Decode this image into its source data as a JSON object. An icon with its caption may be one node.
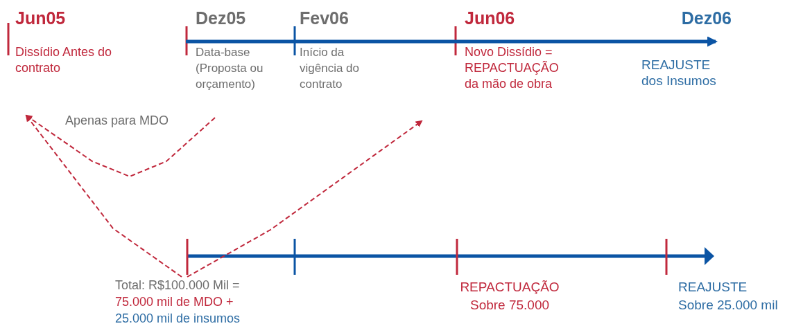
{
  "diagram": {
    "nodes": [
      {
        "text": [
          "Jun05",
          "Dissídio Antes do contrato"
        ]
      },
      {
        "text": [
          "Dez05",
          "Data-base (Proposta ou orçamento)"
        ]
      },
      {
        "text": [
          "Fev06",
          "Início da vigência do contrato"
        ]
      },
      {
        "text": [
          "Jun06",
          "Novo Dissídio = REPACTUAÇÃO da mão de obra"
        ]
      },
      {
        "text": [
          "Dez06",
          "REAJUSTE dos Insumos"
        ]
      },
      {
        "text": [
          "Total: R$100.000 Mil =",
          "75.000 mil de MDO +",
          "25.000 mil de insumos"
        ]
      },
      {
        "text": [
          "REPACTUAÇÃO Sobre 75.000"
        ]
      },
      {
        "text": [
          "REAJUSTE Sobre 25.000 mil"
        ]
      }
    ],
    "edges": [
      {
        "from": 5,
        "to": 0,
        "arrow": "to",
        "style": "dashed"
      },
      {
        "from": 5,
        "to": null,
        "arrow": "to",
        "style": "dashed"
      },
      {
        "from": 1,
        "to": 0,
        "arrow": "to",
        "style": "dashed",
        "label": "Apenas para MDO"
      },
      {
        "from": 1,
        "to": 4,
        "arrow": "to",
        "style": "thick",
        "color": "#0b54a4"
      }
    ]
  }
}
